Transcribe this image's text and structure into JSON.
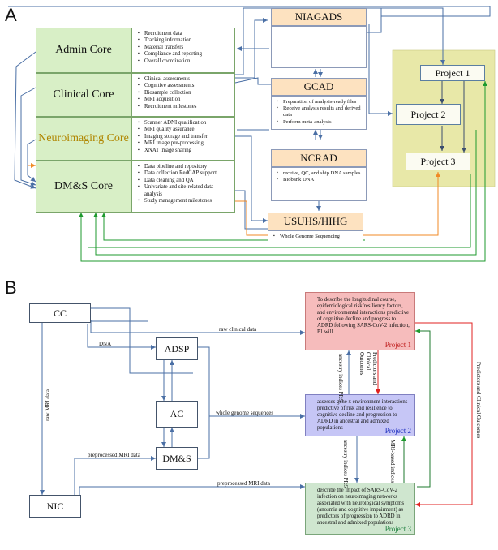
{
  "panel_a": {
    "label": "A",
    "cores": [
      {
        "name": "Admin Core",
        "items": [
          "Recruitment data",
          "Tracking information",
          "Material transfers",
          "Compliance and reporting",
          "Overall coordination"
        ]
      },
      {
        "name": "Clinical Core",
        "items": [
          "Clinical assessments",
          "Cognitive assessments",
          "Biosample collection",
          "MRI acquisition",
          "Recruitment milestones"
        ]
      },
      {
        "name": "Neuroimaging Core",
        "items": [
          "Scanner ADNI qualification",
          "MRI quality assurance",
          "Imaging storage and transfer",
          "MRI image pre-processing",
          "XNAT image sharing"
        ]
      },
      {
        "name": "DM&S Core",
        "items": [
          "Data pipeline and repository",
          "Data collection RedCAP support",
          "Data cleaning and QA",
          "Univariate and site-related data analysis",
          "Study management milestones"
        ]
      }
    ],
    "resources": [
      {
        "name": "NIAGADS",
        "items": []
      },
      {
        "name": "GCAD",
        "items": [
          "Preparation of analysis-ready files",
          "Receive analysis results and derived data",
          "Perform meta-analysis"
        ]
      },
      {
        "name": "NCRAD",
        "items": [
          "receive, QC, and ship DNA samples",
          "Biobank DNA"
        ]
      },
      {
        "name": "USUHS/HIHG",
        "items": [
          "Whole Genome Sequencing"
        ]
      }
    ],
    "projects": [
      "Project 1",
      "Project 2",
      "Project 3"
    ]
  },
  "panel_b": {
    "label": "B",
    "nodes": {
      "cc": "CC",
      "adsp": "ADSP",
      "ac": "AC",
      "dms": "DM&S",
      "nic": "NIC"
    },
    "projects": [
      {
        "tag": "Project 1",
        "text": "To describe the longitudinal course, epidemiological risk/resiliency factors, and environmental interactions predictive of cognitive decline and progress to ADRD following SARS-CoV-2 infection, P1 will"
      },
      {
        "tag": "Project 2",
        "text": "assesses gene x environment interactions predictive of risk and resilience to cognitive decline and progression to ADRD in ancestral and admixed populations"
      },
      {
        "tag": "Project 3",
        "text": "describe the impact of SARS-CoV-2 infection on neuroimaging networks associated with neurological symptoms (anosmia and cognitive impairment) as predictors of progression to ADRD in ancestral and admixed populations"
      }
    ],
    "edge_labels": {
      "raw_clinical": "raw clinical data",
      "dna": "DNA",
      "raw_mri": "raw MRI data",
      "wgs": "whole genome sequences",
      "preproc_mri_1": "preprocessed MRI data",
      "preproc_mri_2": "preprocessed MRI data",
      "ancestry_prs_1": "ancestry indices PRS",
      "pred_clin": "Predictors and Clinical Outcomes",
      "ancestry_prs_2": "ancestry indices PRS",
      "mri_indices": "MRI-based indices",
      "pred_clin_long": "Predictors and Clinical Outcomes"
    }
  },
  "colors": {
    "core_green": "#d8efc6",
    "resource_orange": "#fde2c0",
    "project_yellow": "#e8e8a8",
    "arrow_blue": "#4a6fa5",
    "arrow_green": "#1e9a2e",
    "arrow_orange": "#f08a24",
    "arrow_red": "#e02020",
    "p1_red": "#f6bcbc",
    "p2_blue": "#c6c6f6",
    "p3_green": "#cfe6cf"
  }
}
